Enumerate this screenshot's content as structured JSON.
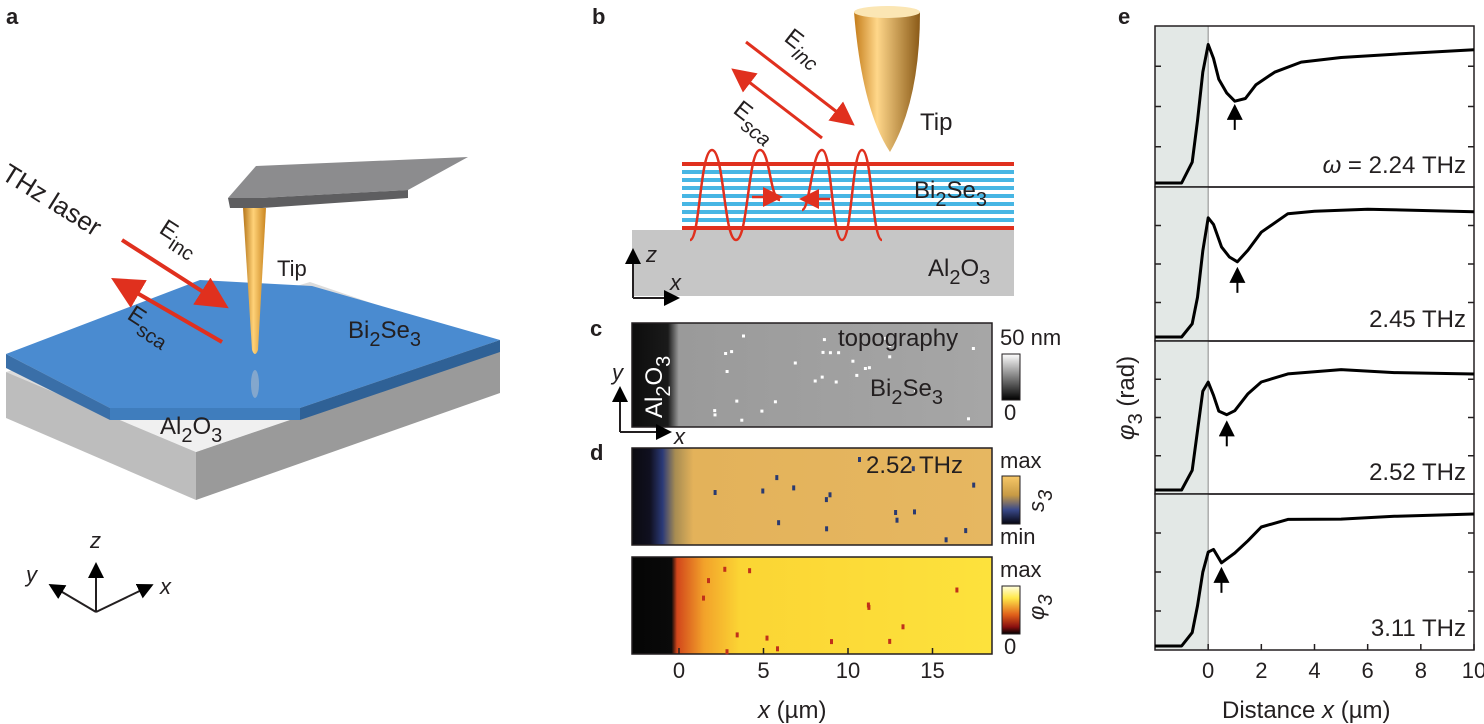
{
  "panel_a": {
    "label": "a",
    "laser_label": "THz laser",
    "e_inc_main": "E",
    "e_inc_sub": "inc",
    "e_sca_main": "E",
    "e_sca_sub": "sca",
    "tip_label": "Tip",
    "film_main": "Bi",
    "film_sub1": "2",
    "film_mid": "Se",
    "film_sub2": "3",
    "substrate_main": "Al",
    "substrate_sub1": "2",
    "substrate_mid": "O",
    "substrate_sub2": "3",
    "axis_z": "z",
    "axis_y": "y",
    "axis_x": "x"
  },
  "panel_b": {
    "label": "b",
    "e_inc_main": "E",
    "e_inc_sub": "inc",
    "e_sca_main": "E",
    "e_sca_sub": "sca",
    "tip_label": "Tip",
    "film_main": "Bi",
    "film_sub1": "2",
    "film_mid": "Se",
    "film_sub2": "3",
    "substrate_main": "Al",
    "substrate_sub1": "2",
    "substrate_mid": "O",
    "substrate_sub2": "3",
    "axis_z": "z",
    "axis_x": "x"
  },
  "panel_c": {
    "label": "c",
    "title": "topography",
    "left_main": "Al",
    "left_sub1": "2",
    "left_mid": "O",
    "left_sub2": "3",
    "right_main": "Bi",
    "right_sub1": "2",
    "right_mid": "Se",
    "right_sub2": "3",
    "colorbar_max": "50 nm",
    "colorbar_min": "0",
    "axis_y": "y",
    "axis_x": "x"
  },
  "panel_d": {
    "label": "d",
    "freq": "2.52 THz",
    "map1_max": "max",
    "map1_min": "min",
    "map1_var": "s",
    "map1_sub": "3",
    "map2_max": "max",
    "map2_min": "0",
    "map2_var": "φ",
    "map2_sub": "3",
    "xticks": [
      "0",
      "5",
      "10",
      "15"
    ],
    "xlabel_var": "x",
    "xlabel_unit": " (µm)"
  },
  "panel_e": {
    "label": "e",
    "ylabel_var": "φ",
    "ylabel_sub": "3",
    "ylabel_unit": " (rad)",
    "xlabel_pre": "Distance ",
    "xlabel_var": "x",
    "xlabel_unit": " (µm)",
    "xticks": [
      "0",
      "2",
      "4",
      "6",
      "8",
      "10"
    ]
  },
  "chart_data": {
    "type": "line",
    "xlabel": "Distance x (µm)",
    "ylabel": "φ3 (rad)",
    "xlim": [
      -2,
      10
    ],
    "grid": false,
    "series": [
      {
        "name": "ω = 2.24 THz",
        "arrow_x": 1.0,
        "x": [
          -2.0,
          -1.0,
          -0.6,
          -0.4,
          -0.2,
          0.0,
          0.2,
          0.4,
          0.7,
          1.0,
          1.4,
          1.8,
          2.5,
          3.5,
          5.0,
          7.0,
          10.0
        ],
        "y": [
          0.0,
          0.0,
          0.15,
          0.45,
          0.8,
          1.0,
          0.9,
          0.75,
          0.65,
          0.6,
          0.62,
          0.7,
          0.8,
          0.86,
          0.9,
          0.93,
          0.95
        ]
      },
      {
        "name": "2.45 THz",
        "arrow_x": 1.1,
        "x": [
          -2.0,
          -1.0,
          -0.6,
          -0.4,
          -0.2,
          0.0,
          0.2,
          0.5,
          0.8,
          1.1,
          1.5,
          2.0,
          3.0,
          4.0,
          6.0,
          10.0
        ],
        "y": [
          0.0,
          0.0,
          0.1,
          0.3,
          0.65,
          0.9,
          0.85,
          0.68,
          0.6,
          0.56,
          0.65,
          0.8,
          0.92,
          0.94,
          0.95,
          0.95
        ]
      },
      {
        "name": "2.52 THz",
        "arrow_x": 0.7,
        "x": [
          -2.0,
          -1.0,
          -0.6,
          -0.4,
          -0.2,
          0.0,
          0.2,
          0.4,
          0.7,
          1.0,
          1.5,
          2.0,
          3.0,
          5.0,
          7.0,
          10.0
        ],
        "y": [
          0.0,
          0.0,
          0.15,
          0.45,
          0.75,
          0.82,
          0.72,
          0.6,
          0.56,
          0.6,
          0.72,
          0.82,
          0.88,
          0.9,
          0.9,
          0.88
        ]
      },
      {
        "name": "3.11 THz",
        "arrow_x": 0.5,
        "x": [
          -2.0,
          -1.0,
          -0.6,
          -0.4,
          -0.2,
          0.0,
          0.2,
          0.5,
          1.0,
          1.5,
          2.0,
          3.0,
          5.0,
          7.0,
          10.0
        ],
        "y": [
          0.0,
          0.0,
          0.1,
          0.3,
          0.55,
          0.7,
          0.72,
          0.62,
          0.7,
          0.78,
          0.9,
          0.95,
          0.95,
          0.96,
          0.98
        ]
      }
    ]
  },
  "colors": {
    "laser_red": "#e0301e",
    "tip_gold": "#f4a531",
    "film_blue": "#4a8bd0",
    "film_layer_cyan": "#47b6e4",
    "substrate_gray": "#c6c6c6",
    "cantilever_gray": "#808285",
    "shaded_region": "#e3e8e6",
    "line_black": "#000000"
  }
}
